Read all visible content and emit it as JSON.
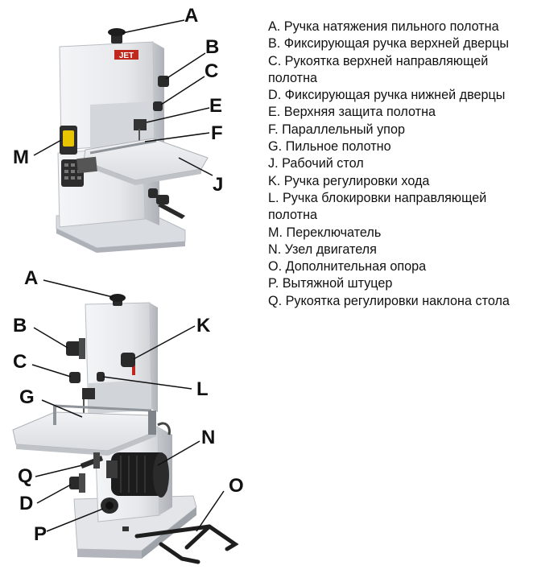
{
  "diagram": {
    "top_callouts": [
      "A",
      "B",
      "C",
      "E",
      "F",
      "J",
      "M"
    ],
    "bottom_callouts": [
      "A",
      "B",
      "K",
      "C",
      "L",
      "G",
      "N",
      "Q",
      "O",
      "D",
      "P"
    ],
    "brand_plate": "JET",
    "colors": {
      "machine_body": "#e9ebee",
      "machine_shade": "#c9ccd1",
      "knob": "#2a2a2a",
      "leader_line": "#111111",
      "brand_red": "#c0281e",
      "switch_yellow": "#e7c500",
      "motor_black": "#1c1c1c"
    }
  },
  "legend": [
    "A. Ручка натяжения пильного полотна",
    "B. Фиксирующая ручка верхней дверцы",
    "C. Рукоятка верхней направляющей полотна",
    "D. Фиксирующая ручка нижней дверцы",
    "E. Верхняя защита полотна",
    "F. Параллельный упор",
    "G. Пильное полотно",
    "J. Рабочий стол",
    "K. Ручка регулировки хода",
    "L. Ручка блокировки направляющей полотна",
    "M. Переключатель",
    "N. Узел двигателя",
    "O. Дополнительная опора",
    "P. Вытяжной штуцер",
    "Q. Рукоятка регулировки наклона стола"
  ]
}
